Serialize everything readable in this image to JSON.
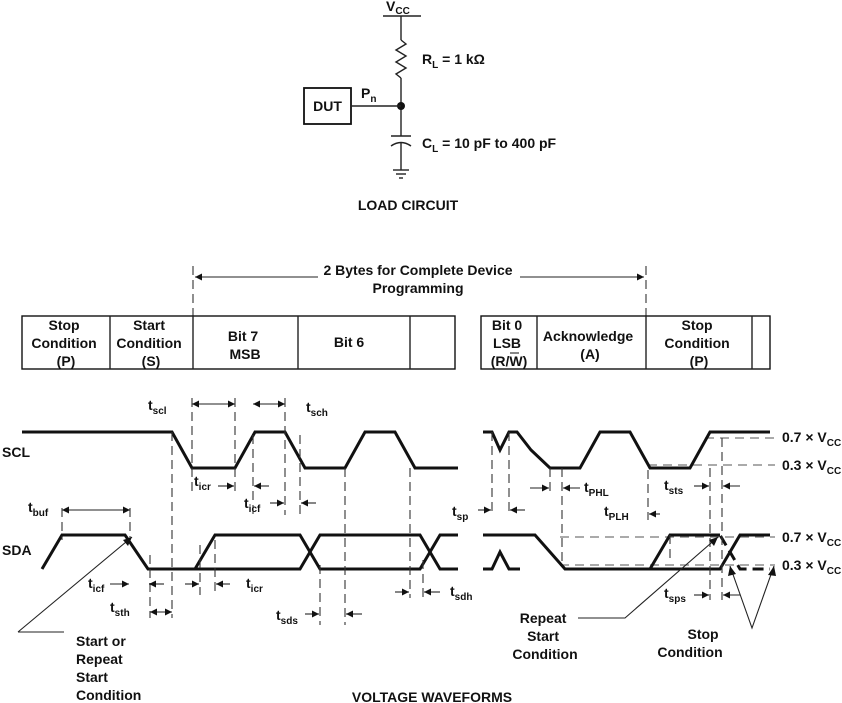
{
  "load_circuit": {
    "vcc": "V",
    "vcc_sub": "CC",
    "rl_name": "R",
    "rl_sub": "L",
    "rl_value": " = 1 kΩ",
    "dut": "DUT",
    "pn": "P",
    "pn_sub": "n",
    "cl_name": "C",
    "cl_sub": "L",
    "cl_value": " = 10 pF to 400 pF",
    "caption": "LOAD CIRCUIT"
  },
  "bytes_label": {
    "line1": "2 Bytes for Complete Device",
    "line2": "Programming"
  },
  "frame_left": [
    [
      "Stop",
      "Condition",
      "(P)"
    ],
    [
      "Start",
      "Condition",
      "(S)"
    ],
    [
      "Bit 7",
      "MSB"
    ],
    [
      "Bit 6"
    ]
  ],
  "frame_right": [
    [
      "Bit 0",
      "LSB",
      "(R/W)"
    ],
    [
      "Acknowledge",
      "(A)"
    ],
    [
      "Stop",
      "Condition",
      "(P)"
    ]
  ],
  "signals": {
    "scl": "SCL",
    "sda": "SDA"
  },
  "levels": {
    "high": "0.7 × V",
    "low": "0.3 × V",
    "sub": "CC"
  },
  "timing": {
    "t": "t",
    "scl": "scl",
    "sch": "sch",
    "icr": "icr",
    "icf": "icf",
    "buf": "buf",
    "sth": "sth",
    "sds": "sds",
    "sdh": "sdh",
    "sp": "sp",
    "phl": "PHL",
    "plh": "PLH",
    "sts": "sts",
    "sps": "sps"
  },
  "notes": {
    "start_repeat": [
      "Start or",
      "Repeat",
      "Start",
      "Condition"
    ],
    "repeat_start": [
      "Repeat",
      "Start",
      "Condition"
    ],
    "stop": [
      "Stop",
      "Condition"
    ]
  },
  "caption": "VOLTAGE WAVEFORMS"
}
